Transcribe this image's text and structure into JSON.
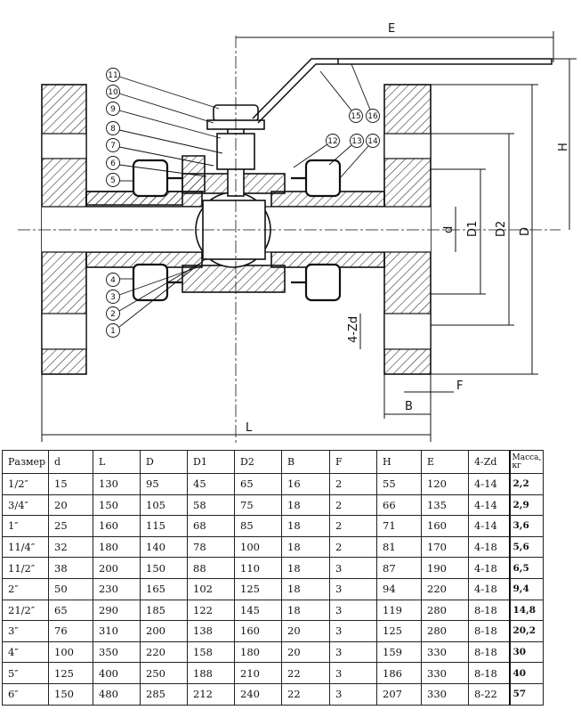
{
  "balloons": [
    "1",
    "2",
    "3",
    "4",
    "5",
    "6",
    "7",
    "8",
    "9",
    "10",
    "11",
    "12",
    "13",
    "14",
    "15",
    "16"
  ],
  "dimensions": {
    "E": "E",
    "H": "H",
    "D": "D",
    "D1": "D1",
    "D2": "D2",
    "d": "d",
    "L": "L",
    "B": "B",
    "F": "F",
    "Zd": "4-Zd"
  },
  "table": {
    "headers": [
      "Размер",
      "d",
      "L",
      "D",
      "D1",
      "D2",
      "B",
      "F",
      "H",
      "E",
      "4-Zd",
      "Масса, кг"
    ],
    "rows": [
      [
        "1/2″",
        "15",
        "130",
        "95",
        "45",
        "65",
        "16",
        "2",
        "55",
        "120",
        "4-14",
        "2,2"
      ],
      [
        "3/4″",
        "20",
        "150",
        "105",
        "58",
        "75",
        "18",
        "2",
        "66",
        "135",
        "4-14",
        "2,9"
      ],
      [
        "1″",
        "25",
        "160",
        "115",
        "68",
        "85",
        "18",
        "2",
        "71",
        "160",
        "4-14",
        "3,6"
      ],
      [
        "11/4″",
        "32",
        "180",
        "140",
        "78",
        "100",
        "18",
        "2",
        "81",
        "170",
        "4-18",
        "5,6"
      ],
      [
        "11/2″",
        "38",
        "200",
        "150",
        "88",
        "110",
        "18",
        "3",
        "87",
        "190",
        "4-18",
        "6,5"
      ],
      [
        "2″",
        "50",
        "230",
        "165",
        "102",
        "125",
        "18",
        "3",
        "94",
        "220",
        "4-18",
        "9,4"
      ],
      [
        "21/2″",
        "65",
        "290",
        "185",
        "122",
        "145",
        "18",
        "3",
        "119",
        "280",
        "8-18",
        "14,8"
      ],
      [
        "3″",
        "76",
        "310",
        "200",
        "138",
        "160",
        "20",
        "3",
        "125",
        "280",
        "8-18",
        "20,2"
      ],
      [
        "4″",
        "100",
        "350",
        "220",
        "158",
        "180",
        "20",
        "3",
        "159",
        "330",
        "8-18",
        "30"
      ],
      [
        "5″",
        "125",
        "400",
        "250",
        "188",
        "210",
        "22",
        "3",
        "186",
        "330",
        "8-18",
        "40"
      ],
      [
        "6″",
        "150",
        "480",
        "285",
        "212",
        "240",
        "22",
        "3",
        "207",
        "330",
        "8-22",
        "57"
      ]
    ]
  }
}
